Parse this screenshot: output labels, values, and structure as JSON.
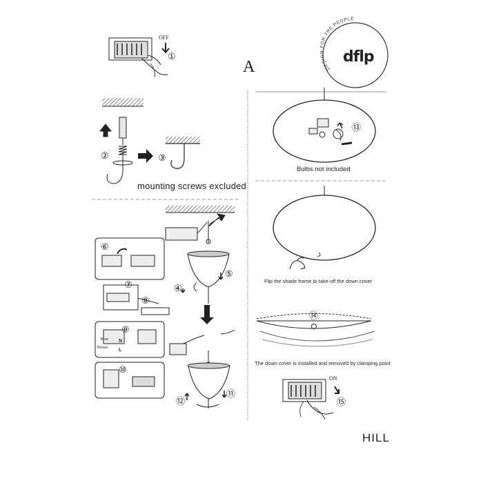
{
  "logo": {
    "brand": "dflp",
    "tagline": "DESIGN FOR THE PEOPLE"
  },
  "section_letter": "A",
  "brand_footer": "HILL",
  "labels": {
    "off": "OFF",
    "on": "ON",
    "mounting_screws": "mounting screws excluded",
    "bulbs_not_included": "Bulbs not included",
    "flip_shade": "Flip the shade frame to take off the down cover",
    "down_cover": "The down cover is installed and removed by clamping point",
    "wire_blue": "Blue",
    "wire_brown": "Brown",
    "terminal_n": "N",
    "terminal_l": "L"
  },
  "steps": [
    "①",
    "②",
    "③",
    "④",
    "⑤",
    "⑥",
    "⑦",
    "⑧",
    "⑨",
    "⑩",
    "⑪",
    "⑫",
    "⑬",
    "⑭",
    "⑮"
  ],
  "colors": {
    "ink": "#222222",
    "divider": "#888888",
    "hatch": "#555555"
  }
}
